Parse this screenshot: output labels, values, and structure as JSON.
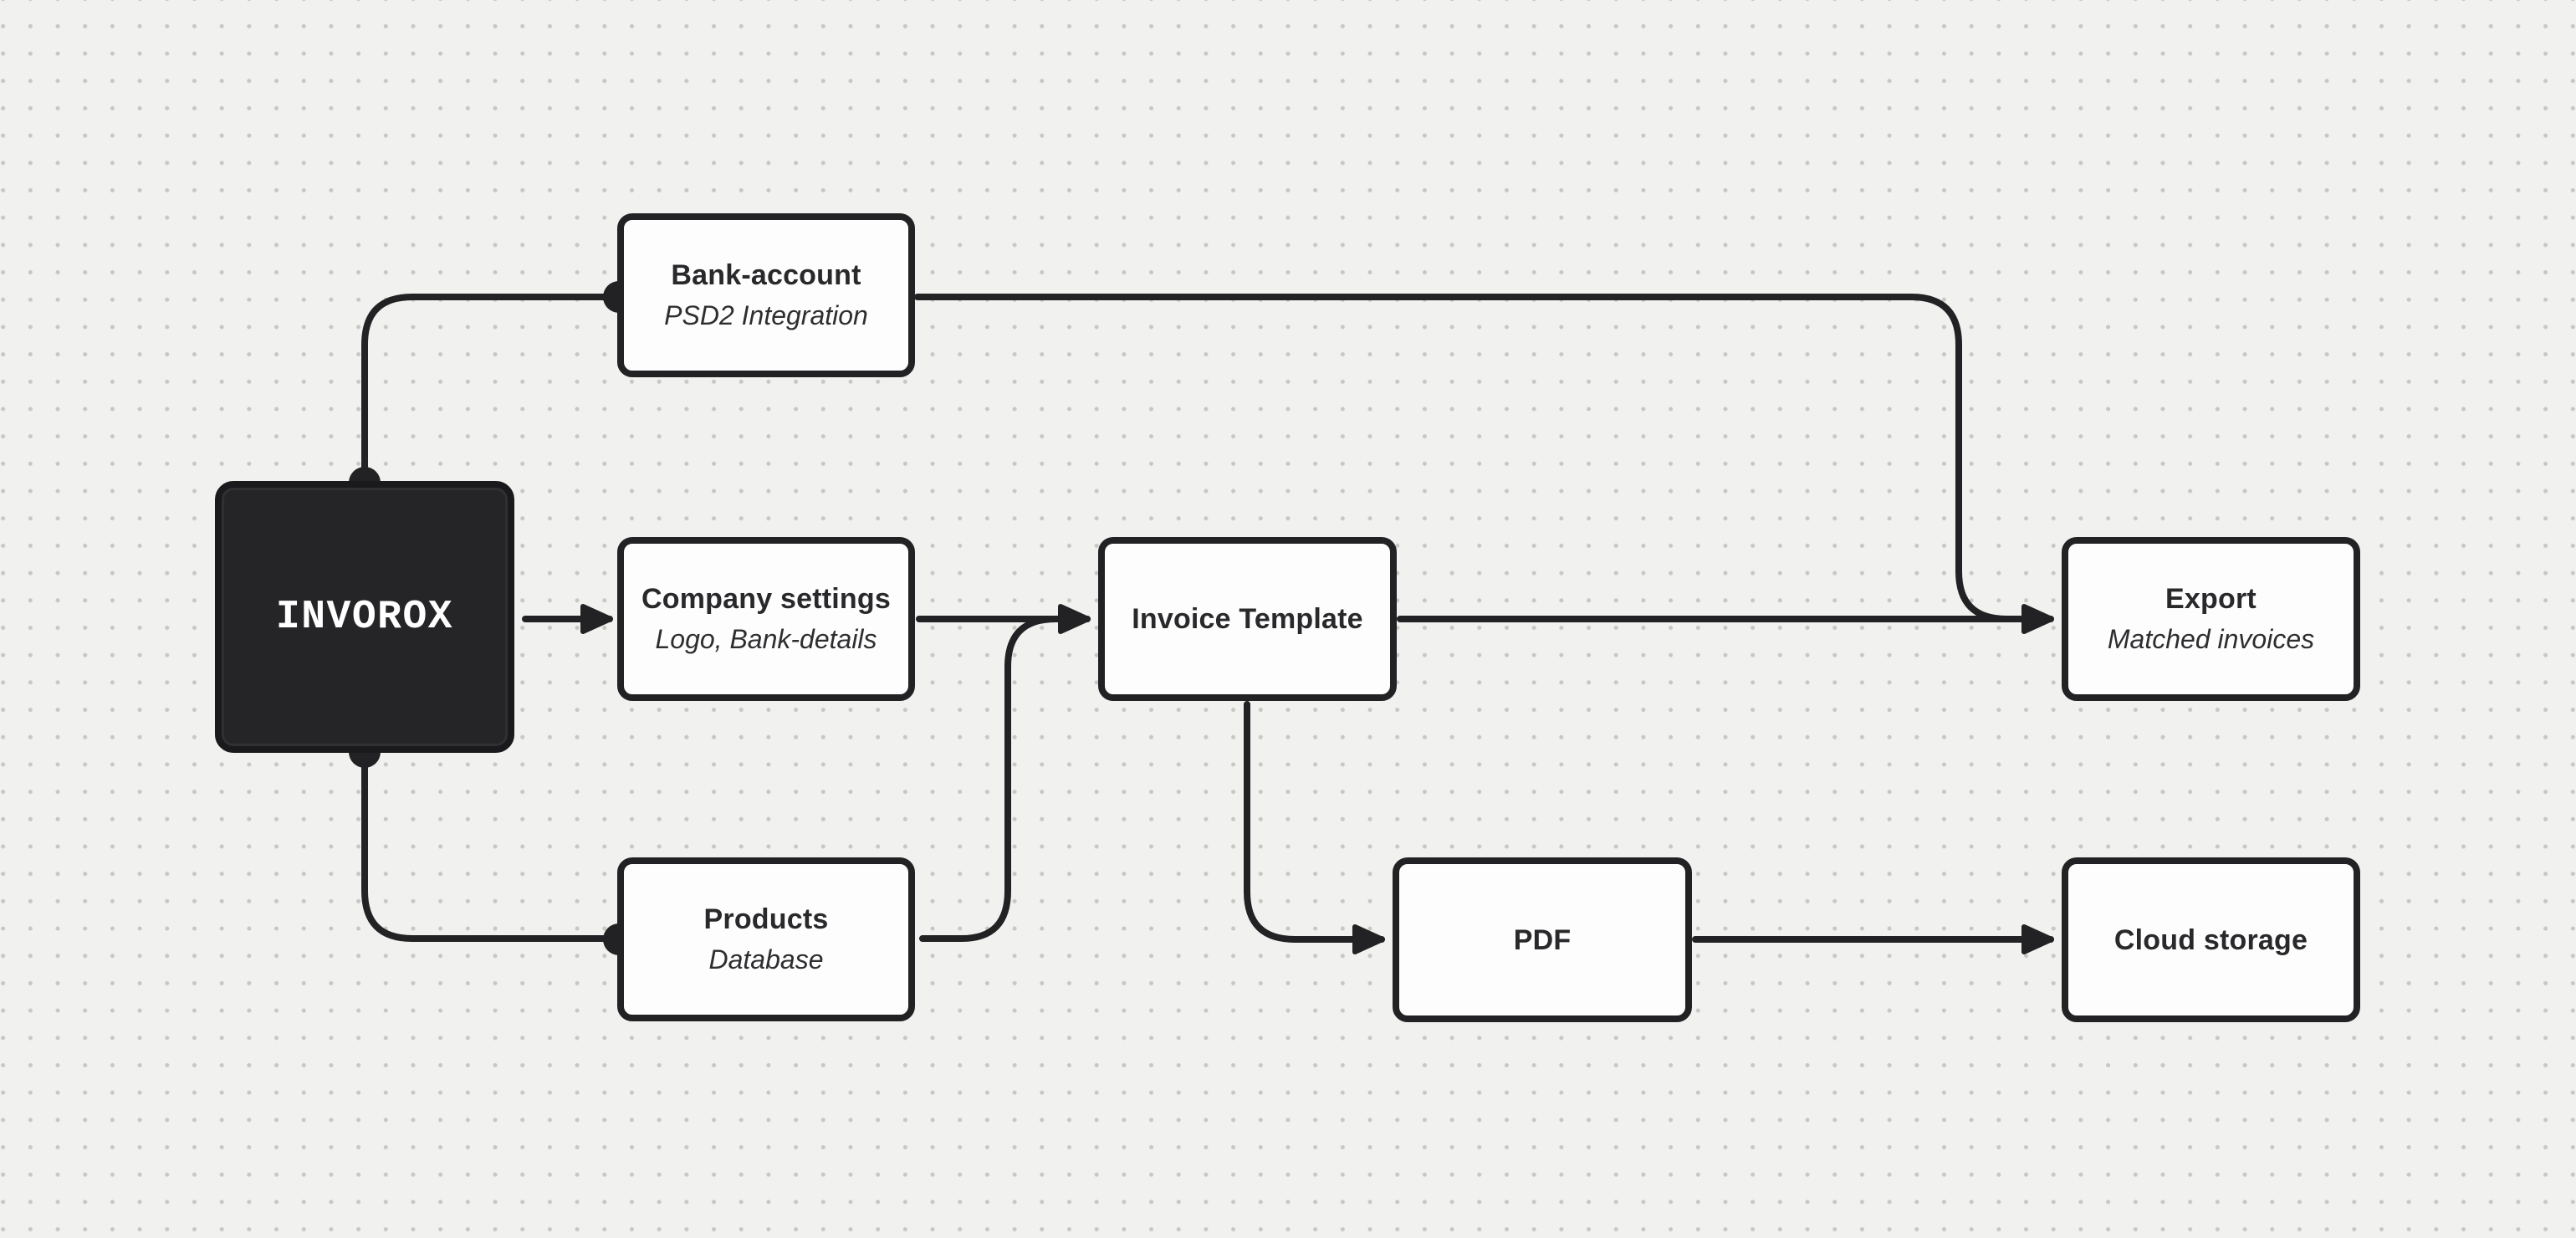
{
  "canvas": {
    "background_color": "#f1f1ef",
    "dot_grid_color": "#c7c7c4",
    "stroke_color": "#222224",
    "node_fill_color": "#fdfdfd",
    "brand_fill_color": "#252527",
    "text_color": "#29292c"
  },
  "nodes": {
    "invorox": {
      "title": "INVOROX"
    },
    "bank_account": {
      "title": "Bank-account",
      "subtitle": "PSD2 Integration"
    },
    "company_settings": {
      "title": "Company settings",
      "subtitle": "Logo, Bank-details"
    },
    "products": {
      "title": "Products",
      "subtitle": "Database"
    },
    "invoice_template": {
      "title": "Invoice Template"
    },
    "export": {
      "title": "Export",
      "subtitle": "Matched invoices"
    },
    "pdf": {
      "title": "PDF"
    },
    "cloud_storage": {
      "title": "Cloud storage"
    }
  },
  "edges": [
    {
      "from": "invorox",
      "to": "bank_account",
      "arrowhead": false
    },
    {
      "from": "invorox",
      "to": "company_settings",
      "arrowhead": true
    },
    {
      "from": "invorox",
      "to": "products",
      "arrowhead": false
    },
    {
      "from": "company_settings",
      "to": "invoice_template",
      "arrowhead": true
    },
    {
      "from": "products",
      "to": "invoice_template",
      "arrowhead": true,
      "note": "merges into company_settings edge"
    },
    {
      "from": "bank_account",
      "to": "export",
      "arrowhead": true,
      "note": "merges into invoice_template edge"
    },
    {
      "from": "invoice_template",
      "to": "export",
      "arrowhead": true
    },
    {
      "from": "invoice_template",
      "to": "pdf",
      "arrowhead": true
    },
    {
      "from": "pdf",
      "to": "cloud_storage",
      "arrowhead": true
    }
  ]
}
